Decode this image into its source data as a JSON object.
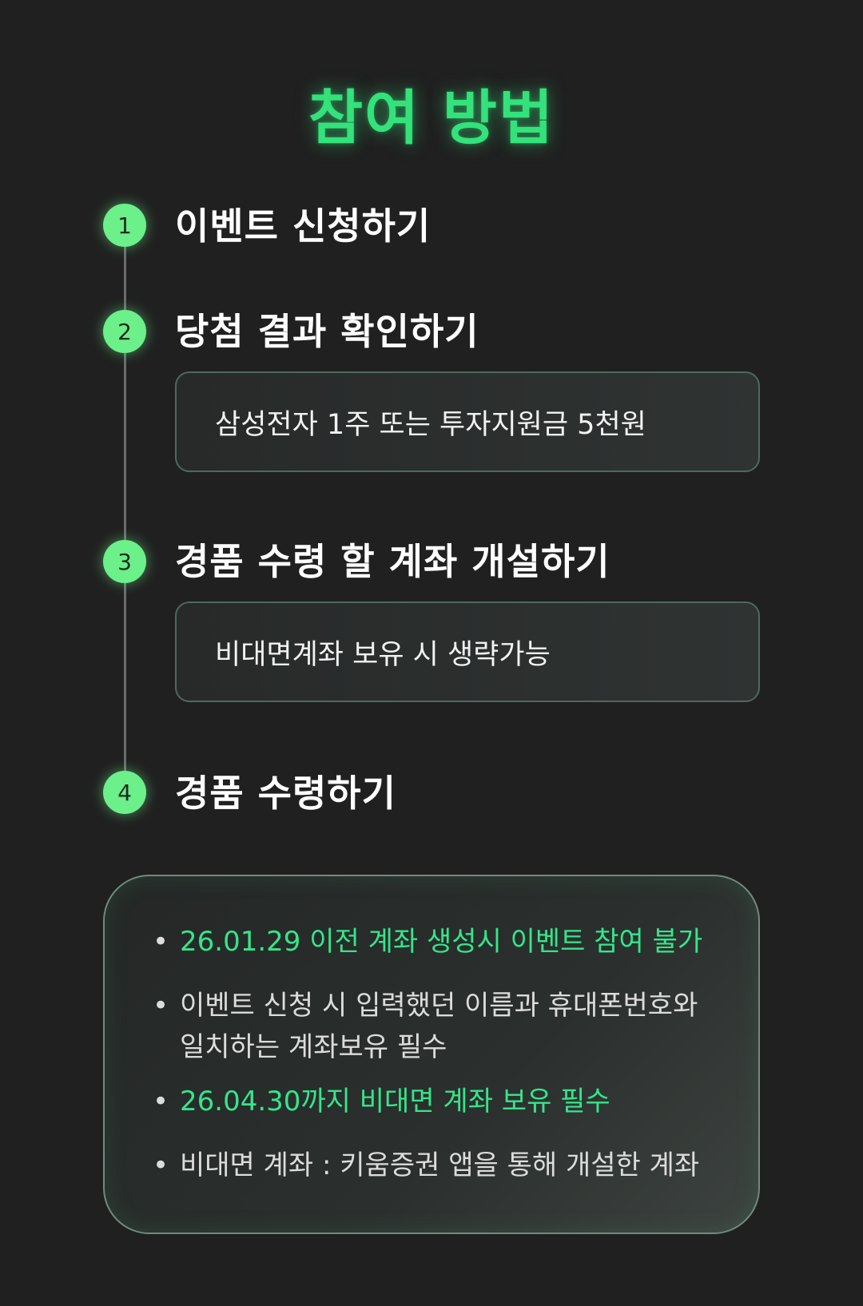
{
  "title": "참여 방법",
  "steps": [
    {
      "number": "1",
      "title": "이벤트 신청하기"
    },
    {
      "number": "2",
      "title": "당첨 결과 확인하기",
      "detail": "삼성전자 1주 또는 투자지원금 5천원"
    },
    {
      "number": "3",
      "title": "경품 수령 할 계좌 개설하기",
      "detail": "비대면계좌 보유 시 생략가능"
    },
    {
      "number": "4",
      "title": "경품 수령하기"
    }
  ],
  "notice": {
    "items": [
      {
        "text": "26.01.29 이전 계좌 생성시 이벤트 참여 불가",
        "highlight": true
      },
      {
        "text_line1": "이벤트 신청 시 입력했던 이름과 휴대폰번호와",
        "text_line2": "일치하는 계좌보유 필수",
        "highlight": false
      },
      {
        "text": "26.04.30까지 비대면 계좌 보유 필수",
        "highlight": true
      },
      {
        "text": "비대면 계좌 : 키움증권 앱을 통해 개설한 계좌",
        "highlight": false
      }
    ],
    "bullet": "•"
  },
  "colors": {
    "background": "#202020",
    "accent_green": "#33e27a",
    "circle_green": "#6bf08a",
    "notice_highlight": "#36e58a"
  }
}
